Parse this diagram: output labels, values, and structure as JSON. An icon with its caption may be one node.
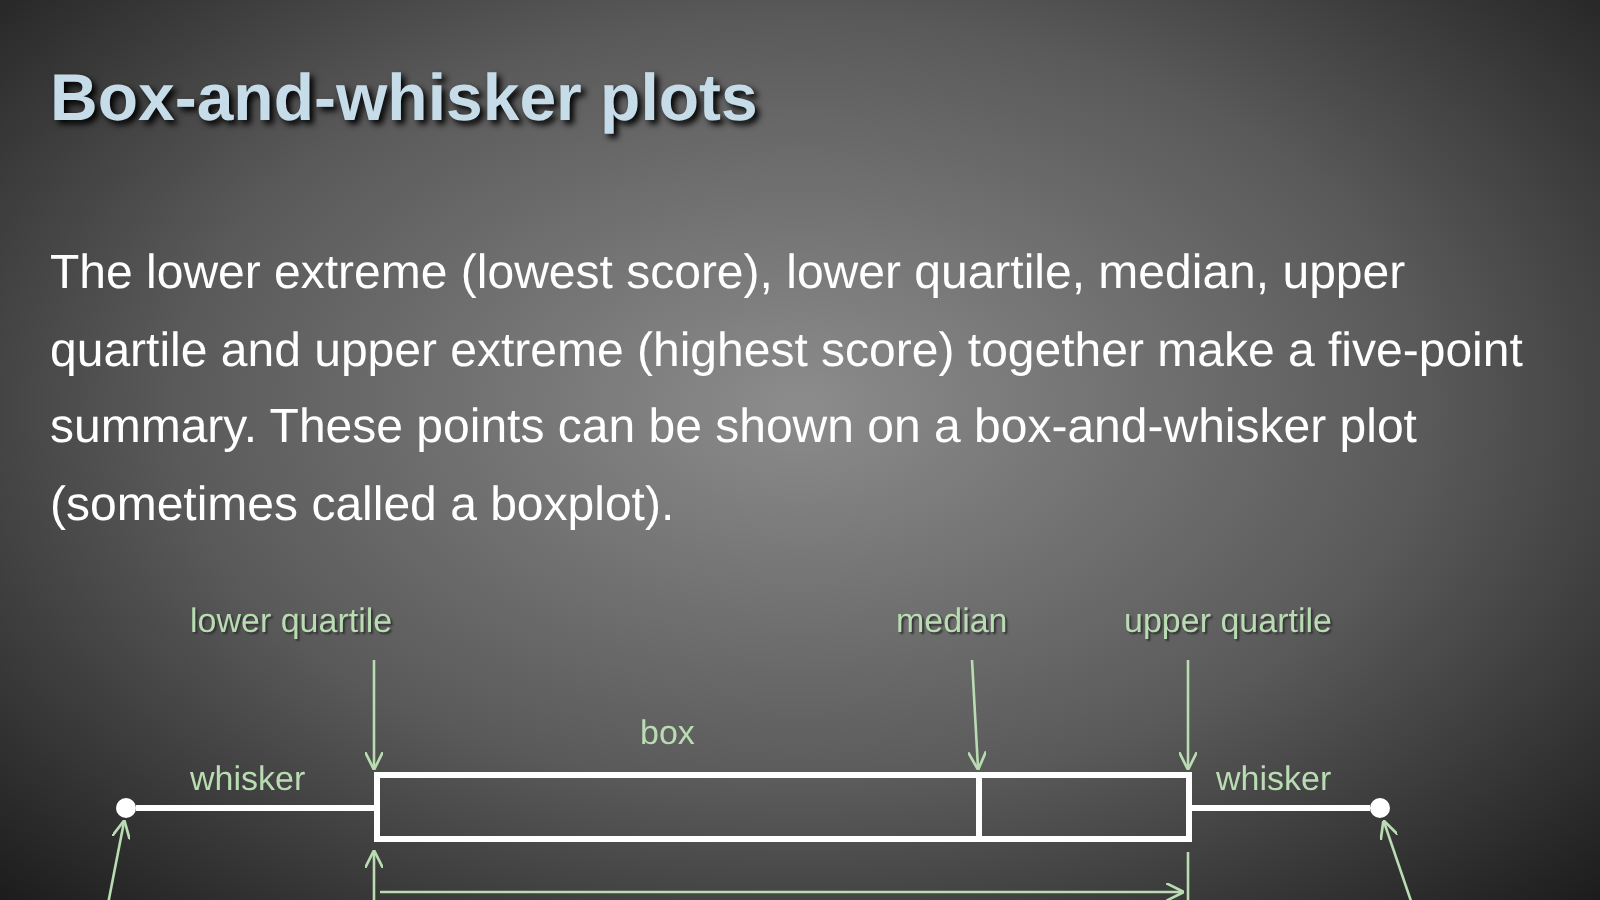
{
  "diagram": {
    "title": "Box-and-whisker plots",
    "nodes": [
      {
        "text": [
          "lower quartile"
        ]
      },
      {
        "text": [
          "median"
        ]
      },
      {
        "text": [
          "upper quartile"
        ]
      },
      {
        "text": [
          "box"
        ]
      },
      {
        "text": [],
        "shape": "bar",
        "in": 3
      },
      {
        "text": [],
        "shape": "circle"
      },
      {
        "text": [],
        "shape": "circle"
      }
    ],
    "edges": [
      {
        "from": 0,
        "to": 3,
        "arrow": "to"
      },
      {
        "from": 1,
        "to": 4,
        "arrow": "to"
      },
      {
        "from": 2,
        "to": 3,
        "arrow": "to"
      },
      {
        "from": 5,
        "to": 3,
        "arrow": "none",
        "label": "whisker",
        "style": "thick",
        "color": "#ffffff"
      },
      {
        "from": 3,
        "to": 6,
        "arrow": "none",
        "label": "whisker",
        "style": "thick",
        "color": "#ffffff"
      },
      {
        "from": null,
        "to": 5,
        "arrow": "to"
      },
      {
        "from": null,
        "to": 6,
        "arrow": "to"
      }
    ],
    "labels": [
      "The lower extreme (lowest score), lower quartile, median, upper quartile and upper extreme (highest score) together make a five-point summary. These points can be shown on a box-and-whisker plot (sometimes called a boxplot)."
    ]
  }
}
